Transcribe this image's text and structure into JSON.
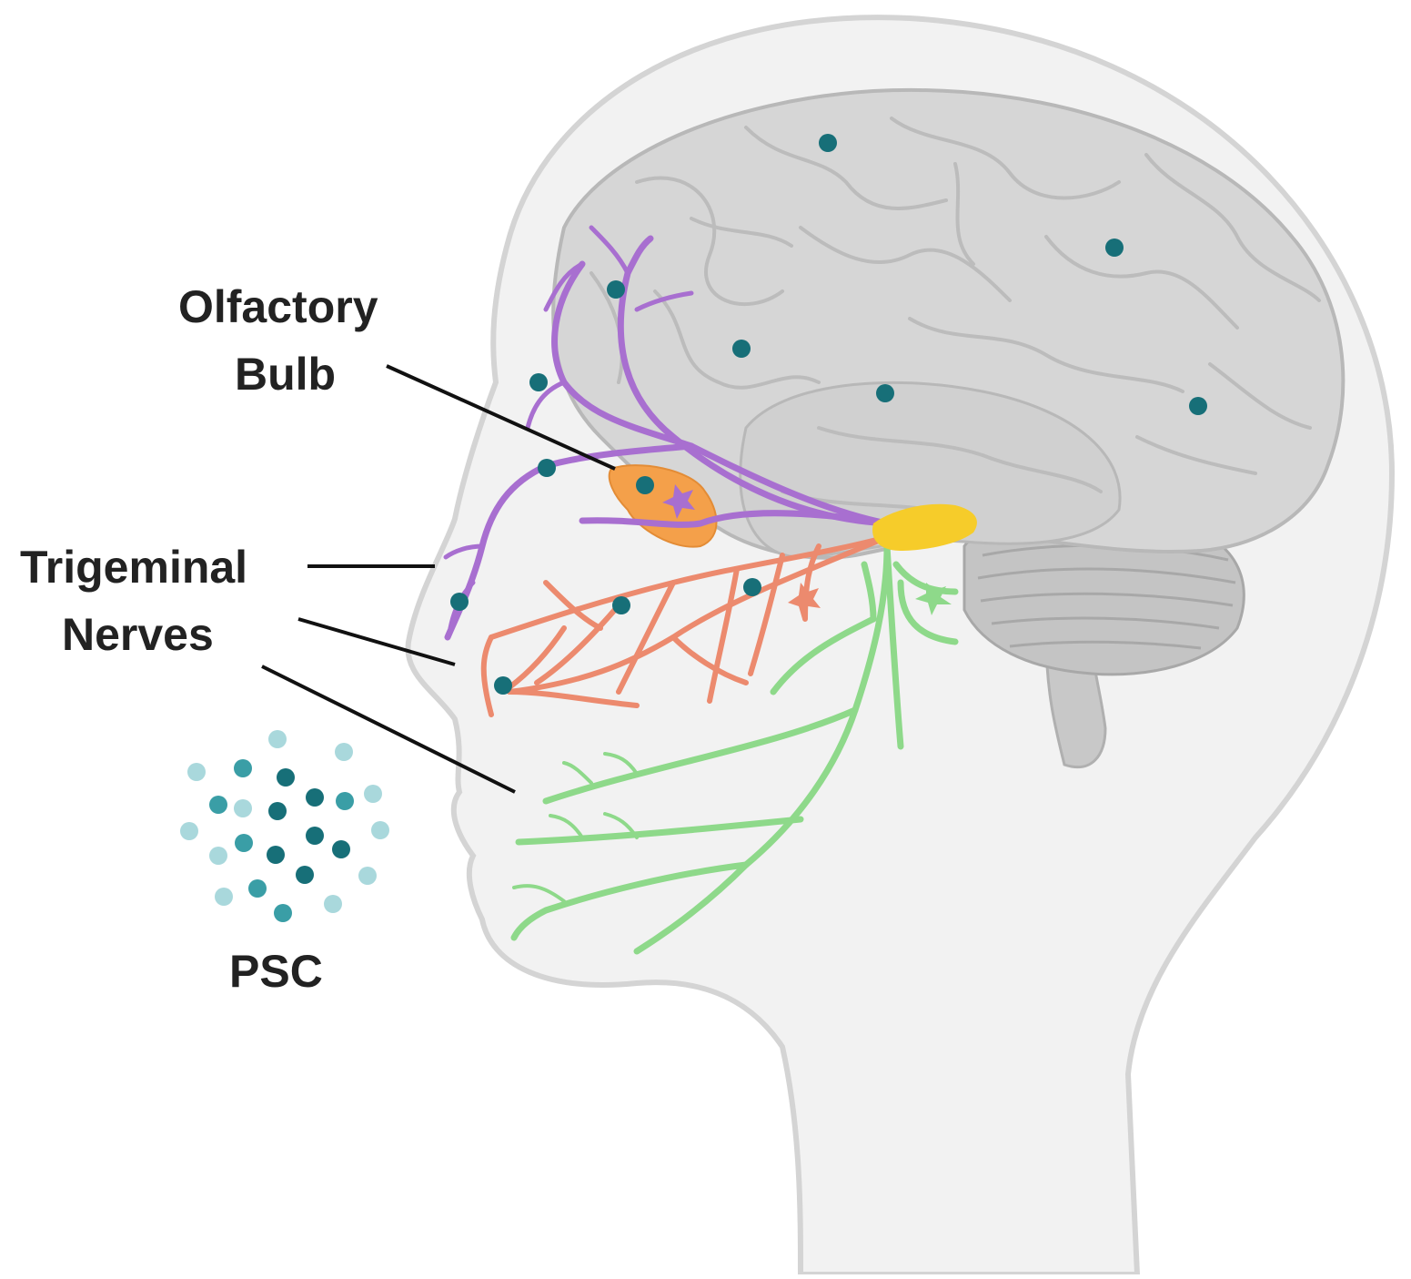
{
  "labels": {
    "olfactory_line1": "Olfactory",
    "olfactory_line2": "Bulb",
    "trigeminal_line1": "Trigeminal",
    "trigeminal_line2": "Nerves",
    "psc": "PSC"
  },
  "colors": {
    "head_fill": "#f2f2f2",
    "head_stroke": "#d4d4d4",
    "brain_fill": "#d6d6d6",
    "brain_stroke": "#b8b8b8",
    "cerebellum": "#c4c4c4",
    "olfactory_nerve": "#a86fd0",
    "olfactory_bulb": "#f4a04a",
    "trigeminal_nerve": "#ec8a6e",
    "facial_nerve": "#8ed98a",
    "ganglion": "#f6cc2a",
    "particle_dark": "#176f78",
    "particle_mid": "#3a9ea6",
    "particle_light": "#a9d8dc",
    "leader_line": "#111111"
  }
}
